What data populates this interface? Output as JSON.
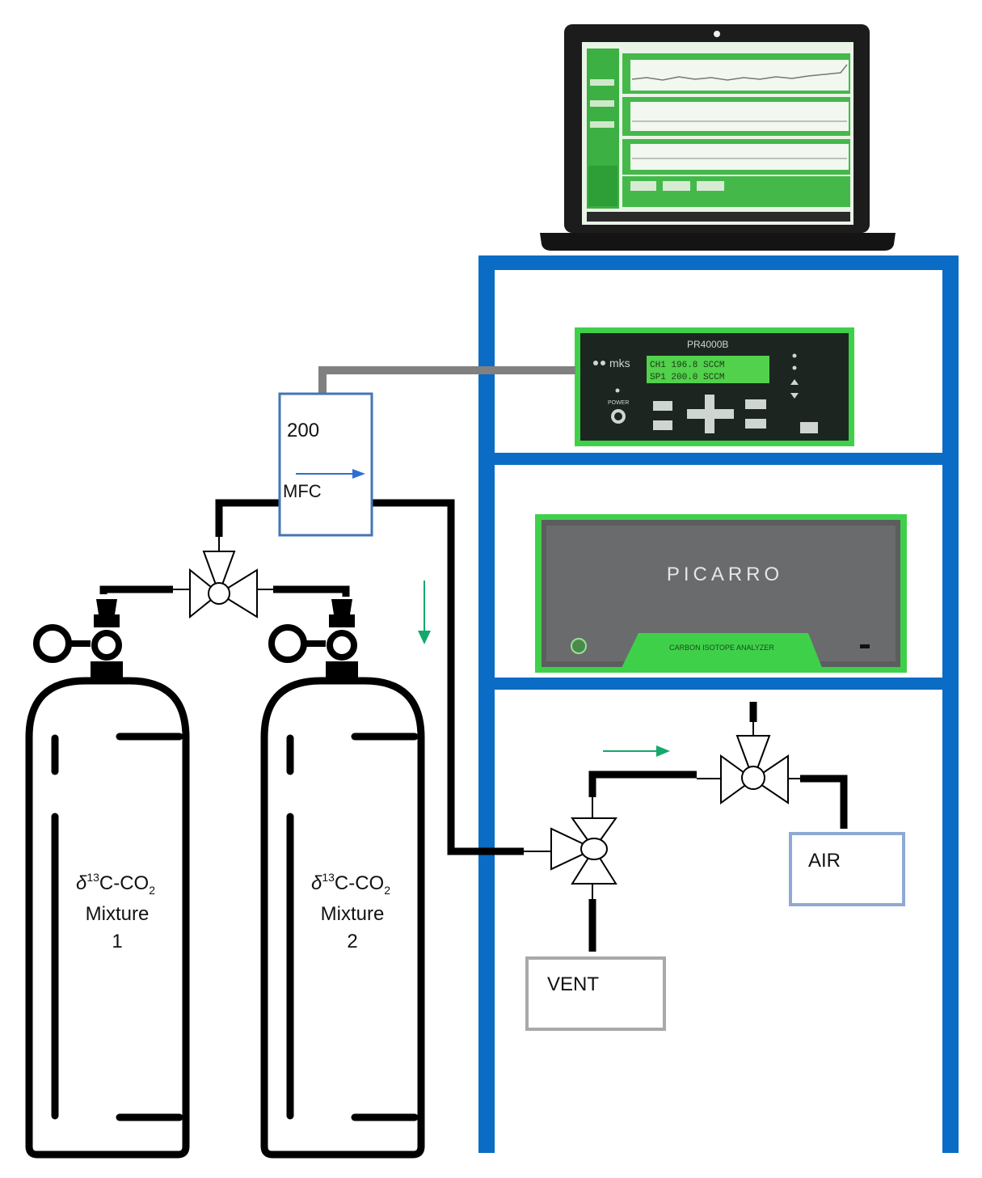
{
  "mfc": {
    "value": "200",
    "label": "MFC"
  },
  "cylinders": [
    {
      "line1_main": "δ",
      "line1_sup": "13",
      "line1_mid": "C-CO",
      "line1_sub": "2",
      "line2": "Mixture",
      "line3": "1"
    },
    {
      "line1_main": "δ",
      "line1_sup": "13",
      "line1_mid": "C-CO",
      "line1_sub": "2",
      "line2": "Mixture",
      "line3": "2"
    }
  ],
  "boxes": {
    "vent": "VENT",
    "air": "AIR"
  },
  "controller": {
    "model": "PR4000B",
    "brand": "mks",
    "power_label": "POWER",
    "display_line1": "CH1 196.8 SCCM",
    "display_line2": "SP1 200.0 SCCM"
  },
  "analyzer": {
    "brand": "PICARRO",
    "badge": "CARBON ISOTOPE ANALYZER"
  },
  "colors": {
    "rack": "#0a6cc4",
    "flow_arrow_green": "#14a86c",
    "flow_arrow_blue": "#2f6fd0",
    "pipe": "#000000",
    "cable": "#808080",
    "device_frame": "#3fd04a"
  }
}
